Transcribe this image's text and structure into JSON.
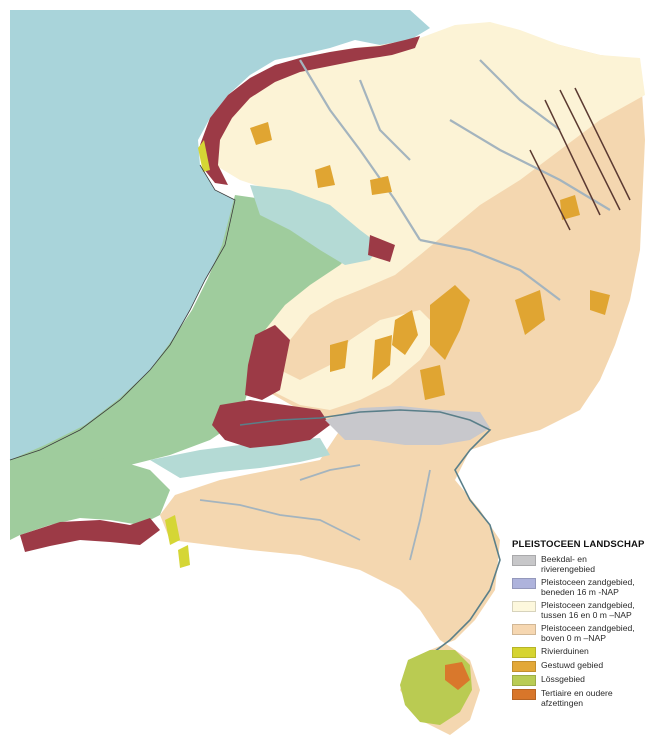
{
  "map": {
    "colors": {
      "sea": "#a9d4da",
      "land_pale": "#fcf3d6",
      "land_orange": "#f4d7b0",
      "tidal_green": "#9fcc9d",
      "tidal_mud": "#b4dad5",
      "peat_red": "#9c3a46",
      "river_grey": "#a4b4be",
      "river_delta_grey": "#c8c8cc",
      "dune_yellow": "#d5d635",
      "ice_pushed": "#e0a532",
      "loess": "#bacb52",
      "tertiary": "#d9782c"
    }
  },
  "legend": {
    "title": "PLEISTOCEEN LANDSCHAP",
    "items": [
      {
        "color": "#c7c7c9",
        "lines": [
          "Beekdal- en",
          "rivierengebied"
        ]
      },
      {
        "color": "#aeb3dc",
        "lines": [
          "Pleistoceen zandgebied,",
          "beneden 16 m -NAP"
        ]
      },
      {
        "color": "#fdf8dd",
        "lines": [
          "Pleistoceen zandgebied,",
          "tussen 16 en 0 m –NAP"
        ]
      },
      {
        "color": "#f6d7b1",
        "lines": [
          "Pleistoceen zandgebied,",
          "boven 0 m –NAP"
        ]
      },
      {
        "color": "#d6d430",
        "lines": [
          "Rivierduinen"
        ]
      },
      {
        "color": "#e3a838",
        "lines": [
          "Gestuwd gebied"
        ]
      },
      {
        "color": "#b9cc55",
        "lines": [
          "Lössgebied"
        ]
      },
      {
        "color": "#d8762a",
        "lines": [
          "Tertiaire en oudere",
          "afzettingen"
        ]
      }
    ]
  }
}
